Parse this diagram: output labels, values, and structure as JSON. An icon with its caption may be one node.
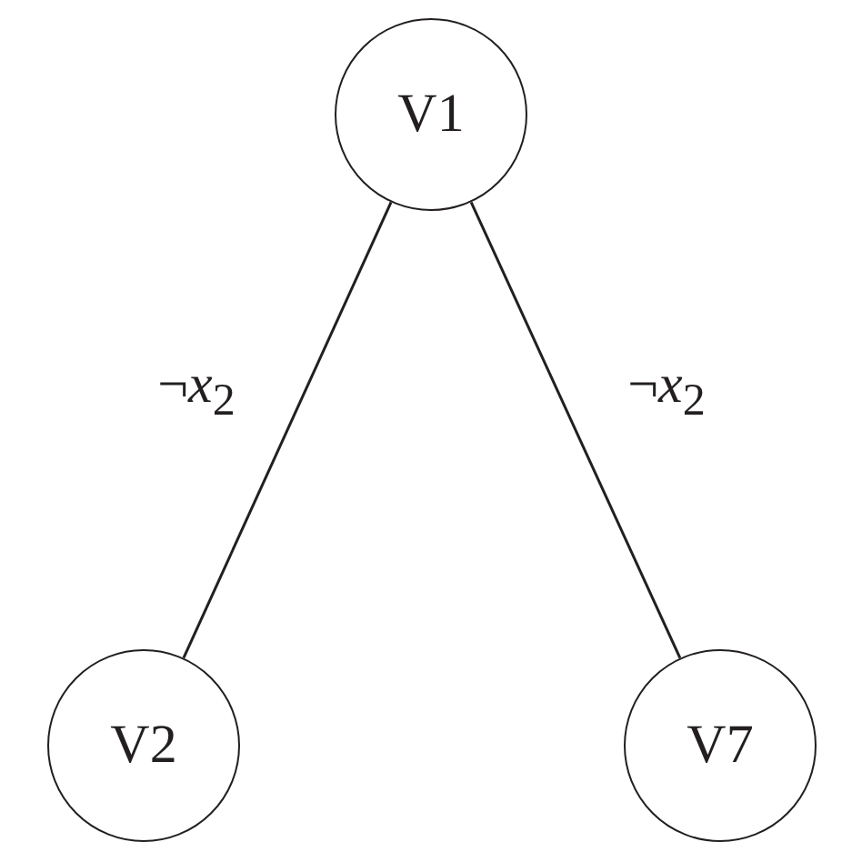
{
  "diagram": {
    "nodes": [
      {
        "text": [
          "V1"
        ]
      },
      {
        "text": [
          "V2"
        ]
      },
      {
        "text": [
          "V7"
        ]
      }
    ],
    "edges": [
      {
        "from": 0,
        "to": 1,
        "arrow": "none",
        "label": "¬*x*$_{2}$"
      },
      {
        "from": 0,
        "to": 2,
        "arrow": "none",
        "label": "¬*x*$_{2}$"
      }
    ]
  }
}
